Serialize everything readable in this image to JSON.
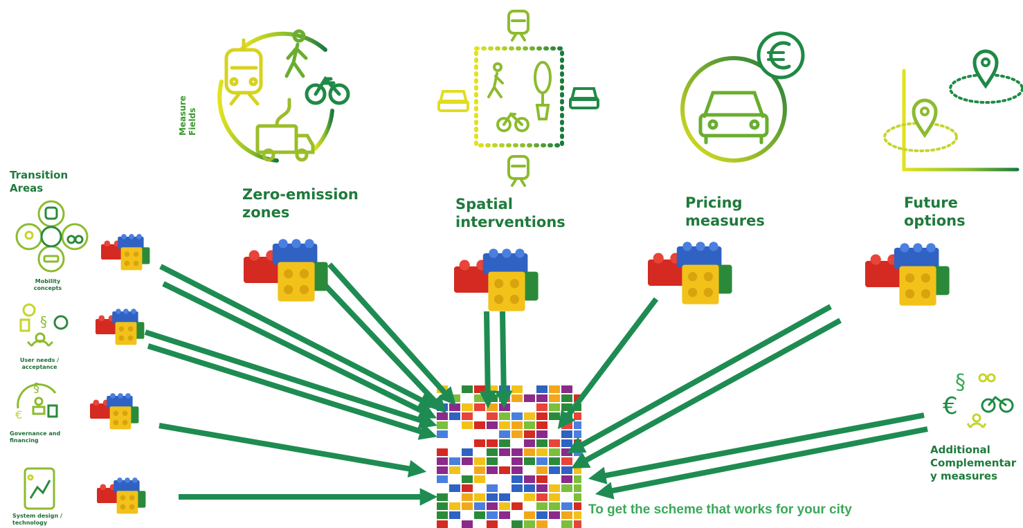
{
  "measure_fields_label": "Measure Fields",
  "transition_areas_label": "Transition Areas",
  "measure_fields": [
    {
      "line1": "Zero-emission",
      "line2": "zones"
    },
    {
      "line1": "Spatial",
      "line2": "interventions"
    },
    {
      "line1": "Pricing",
      "line2": "measures"
    },
    {
      "line1": "Future",
      "line2": "options"
    }
  ],
  "transition_areas": [
    {
      "line1": "Mobility",
      "line2": "concepts"
    },
    {
      "line1": "User needs /",
      "line2": "acceptance"
    },
    {
      "line1": "Governance and",
      "line2": "financing"
    },
    {
      "line1": "System design /",
      "line2": "technology"
    }
  ],
  "additional": {
    "line1": "Additional",
    "line2": "Complementar",
    "line3": "y measures"
  },
  "tagline": "To get the scheme that works for your city",
  "colors": {
    "arrow": "#1e8c52",
    "dark_green": "#1f7a3c",
    "yellow": "#d7dd2a",
    "tagline": "#3aa85a",
    "brick_red": "#d42a22",
    "brick_yellow": "#f2c21b",
    "brick_blue": "#2f62c2",
    "brick_green": "#2a8a3a"
  }
}
